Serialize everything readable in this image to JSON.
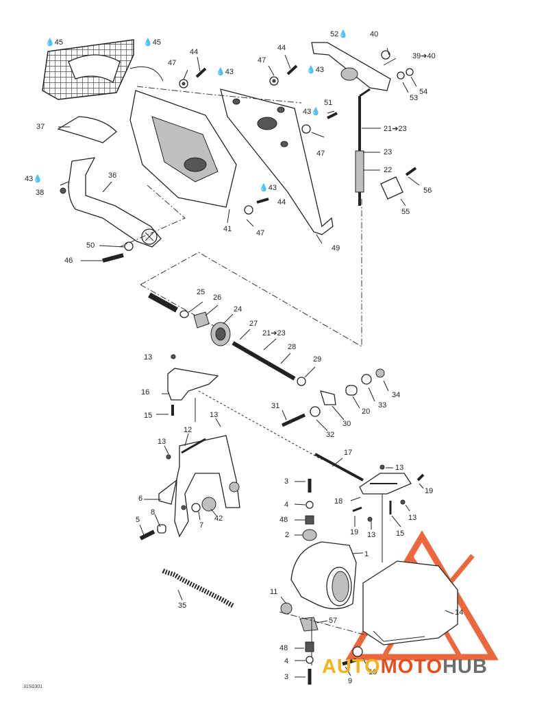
{
  "diagram": {
    "drawing_code": "31S0301",
    "labels": [
      {
        "id": "45a",
        "text": "45",
        "drop": true
      },
      {
        "id": "45b",
        "text": "45",
        "drop": true
      },
      {
        "id": "44a",
        "text": "44"
      },
      {
        "id": "47a",
        "text": "47"
      },
      {
        "id": "43a",
        "text": "43",
        "drop": true
      },
      {
        "id": "44b",
        "text": "44"
      },
      {
        "id": "47b",
        "text": "47"
      },
      {
        "id": "43b",
        "text": "43",
        "drop": true
      },
      {
        "id": "52",
        "text": "52",
        "drop": true
      },
      {
        "id": "40",
        "text": "40"
      },
      {
        "id": "39",
        "text": "39➔40"
      },
      {
        "id": "54",
        "text": "54"
      },
      {
        "id": "53",
        "text": "53"
      },
      {
        "id": "43c",
        "text": "43",
        "drop": true
      },
      {
        "id": "51",
        "text": "51"
      },
      {
        "id": "21a",
        "text": "21➔23"
      },
      {
        "id": "47c",
        "text": "47"
      },
      {
        "id": "23",
        "text": "23"
      },
      {
        "id": "22",
        "text": "22"
      },
      {
        "id": "56",
        "text": "56"
      },
      {
        "id": "55",
        "text": "55"
      },
      {
        "id": "37",
        "text": "37"
      },
      {
        "id": "36",
        "text": "36"
      },
      {
        "id": "43d",
        "text": "43",
        "drop": true
      },
      {
        "id": "38",
        "text": "38"
      },
      {
        "id": "43e",
        "text": "43",
        "drop": true
      },
      {
        "id": "44c",
        "text": "44"
      },
      {
        "id": "41",
        "text": "41"
      },
      {
        "id": "47d",
        "text": "47"
      },
      {
        "id": "49",
        "text": "49"
      },
      {
        "id": "50",
        "text": "50"
      },
      {
        "id": "46",
        "text": "46"
      },
      {
        "id": "25",
        "text": "25"
      },
      {
        "id": "26",
        "text": "26"
      },
      {
        "id": "24",
        "text": "24"
      },
      {
        "id": "27",
        "text": "27"
      },
      {
        "id": "21b",
        "text": "21➔23"
      },
      {
        "id": "28",
        "text": "28"
      },
      {
        "id": "13a",
        "text": "13"
      },
      {
        "id": "29",
        "text": "29"
      },
      {
        "id": "16",
        "text": "16"
      },
      {
        "id": "15a",
        "text": "15"
      },
      {
        "id": "34",
        "text": "34"
      },
      {
        "id": "33",
        "text": "33"
      },
      {
        "id": "20",
        "text": "20"
      },
      {
        "id": "31",
        "text": "31"
      },
      {
        "id": "30",
        "text": "30"
      },
      {
        "id": "32",
        "text": "32"
      },
      {
        "id": "13b",
        "text": "13"
      },
      {
        "id": "12",
        "text": "12"
      },
      {
        "id": "13c",
        "text": "13"
      },
      {
        "id": "17",
        "text": "17"
      },
      {
        "id": "13d",
        "text": "13"
      },
      {
        "id": "19a",
        "text": "19"
      },
      {
        "id": "6",
        "text": "6"
      },
      {
        "id": "3a",
        "text": "3"
      },
      {
        "id": "18",
        "text": "18"
      },
      {
        "id": "4a",
        "text": "4"
      },
      {
        "id": "13e",
        "text": "13"
      },
      {
        "id": "8",
        "text": "8"
      },
      {
        "id": "48a",
        "text": "48"
      },
      {
        "id": "19b",
        "text": "19"
      },
      {
        "id": "13f",
        "text": "13"
      },
      {
        "id": "15b",
        "text": "15"
      },
      {
        "id": "5",
        "text": "5"
      },
      {
        "id": "7",
        "text": "7"
      },
      {
        "id": "42",
        "text": "42"
      },
      {
        "id": "2",
        "text": "2"
      },
      {
        "id": "1",
        "text": "1"
      },
      {
        "id": "35",
        "text": "35"
      },
      {
        "id": "11",
        "text": "11"
      },
      {
        "id": "14",
        "text": "14"
      },
      {
        "id": "57",
        "text": "57"
      },
      {
        "id": "48b",
        "text": "48"
      },
      {
        "id": "4b",
        "text": "4"
      },
      {
        "id": "9",
        "text": "9"
      },
      {
        "id": "10",
        "text": "10"
      },
      {
        "id": "3b",
        "text": "3"
      }
    ]
  },
  "watermark": {
    "part1": "AUTO",
    "part2": "MOTO",
    "part3": "HUB",
    "colors": {
      "auto": "#f6b21b",
      "moto": "#e84e1b",
      "hub": "#6d6d6d",
      "triangle": "#e84e1b"
    }
  }
}
